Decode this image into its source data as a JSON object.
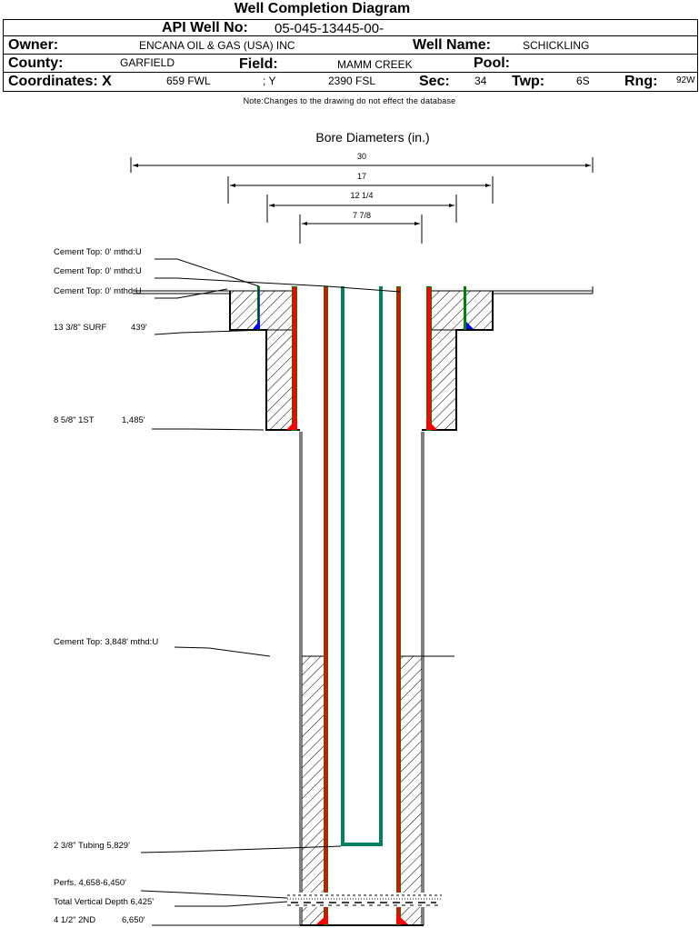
{
  "title": "Well Completion Diagram",
  "header": {
    "api_label": "API Well No:",
    "api_value": "05-045-13445-00-",
    "owner_label": "Owner:",
    "owner_value": "ENCANA OIL & GAS (USA) INC",
    "well_name_label": "Well Name:",
    "well_name_value": "SCHICKLING",
    "county_label": "County:",
    "county_value": "GARFIELD",
    "field_label": "Field:",
    "field_value": "MAMM CREEK",
    "pool_label": "Pool:",
    "pool_value": "",
    "coord_x_label": "Coordinates: X",
    "coord_x_value": "659 FWL",
    "coord_y_label": "; Y",
    "coord_y_value": "2390 FSL",
    "sec_label": "Sec:",
    "sec_value": "34",
    "twp_label": "Twp:",
    "twp_value": "6S",
    "rng_label": "Rng:",
    "rng_value": "92W"
  },
  "note": "Note:Changes to the drawing do not effect the database",
  "diagram": {
    "bore_title": "Bore Diameters (in.)",
    "bore_diameters": [
      "30",
      "17",
      "12 1/4",
      "7 7/8"
    ],
    "colors": {
      "casing_red": "#ff0000",
      "casing_green": "#008000",
      "tubing": "#008060",
      "cement_float": "#0000ff"
    },
    "annotations": [
      {
        "id": "cement-top-1",
        "text": "Cement Top: 0' mthd:U"
      },
      {
        "id": "cement-top-2",
        "text": "Cement Top: 0' mthd:U"
      },
      {
        "id": "cement-top-3",
        "text": "Cement Top: 0' mthd:U"
      },
      {
        "id": "surface-casing",
        "text": "13 3/8\" SURF",
        "depth": "439'"
      },
      {
        "id": "first-string",
        "text": "8 5/8\" 1ST",
        "depth": "1,485'"
      },
      {
        "id": "cement-top-4",
        "text": "Cement Top: 3,848' mthd:U"
      },
      {
        "id": "tubing",
        "text": "2 3/8\" Tubing 5,829'"
      },
      {
        "id": "perfs",
        "text": "Perfs. 4,658-6,450'"
      },
      {
        "id": "tvd",
        "text": "Total Vertical Depth 6,425'"
      },
      {
        "id": "second-string",
        "text": "4 1/2\" 2ND",
        "depth": "6,650'"
      }
    ]
  }
}
